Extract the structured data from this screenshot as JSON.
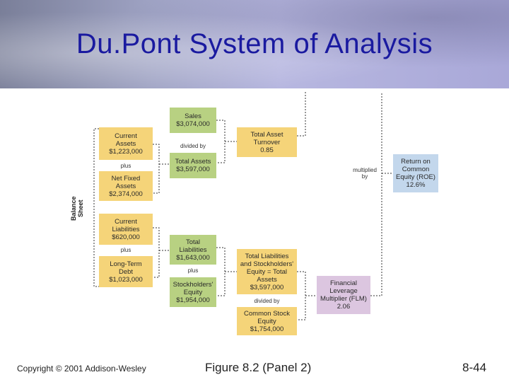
{
  "slide": {
    "title": "Du.Pont System of Analysis",
    "copyright": "Copyright © 2001 Addison-Wesley",
    "figure": "Figure 8.2 (Panel 2)",
    "page": "8-44"
  },
  "diagram": {
    "side_label_line1": "Balance",
    "side_label_line2": "Sheet",
    "boxes": {
      "sales": [
        "Sales",
        "$3,074,000"
      ],
      "total_assets_left": [
        "Total Assets",
        "$3,597,000"
      ],
      "current_assets": [
        "Current",
        "Assets",
        "$1,223,000"
      ],
      "net_fixed_assets": [
        "Net Fixed",
        "Assets",
        "$2,374,000"
      ],
      "current_liabilities": [
        "Current",
        "Liabilities",
        "$620,000"
      ],
      "long_term_debt": [
        "Long-Term",
        "Debt",
        "$1,023,000"
      ],
      "total_liabilities": [
        "Total",
        "Liabilities",
        "$1,643,000"
      ],
      "stockholders_equity": [
        "Stockholders'",
        "Equity",
        "$1,954,000"
      ],
      "total_asset_turnover": [
        "Total Asset",
        "Turnover",
        "0.85"
      ],
      "tl_se": [
        "Total Liabilities",
        "and Stockholders'",
        "Equity = Total",
        "Assets",
        "$3,597,000"
      ],
      "common_stock_equity": [
        "Common Stock",
        "Equity",
        "$1,754,000"
      ],
      "roe": [
        "Return on",
        "Common",
        "Equity (ROE)",
        "12.6%"
      ],
      "flm": [
        "Financial",
        "Leverage",
        "Multiplier (FLM)",
        "2.06"
      ]
    },
    "connectors": {
      "plus_1": "plus",
      "plus_2": "plus",
      "plus_3": "plus",
      "divided_by_1": "divided by",
      "divided_by_2": "divided by",
      "multiplied_by_1": "multiplied",
      "multiplied_by_2": "by"
    }
  },
  "colors": {
    "title": "#1a1aa0",
    "green": "#b8d182",
    "yellow": "#f5d479",
    "blue": "#c3d7ec",
    "pink": "#dcc6e0"
  }
}
